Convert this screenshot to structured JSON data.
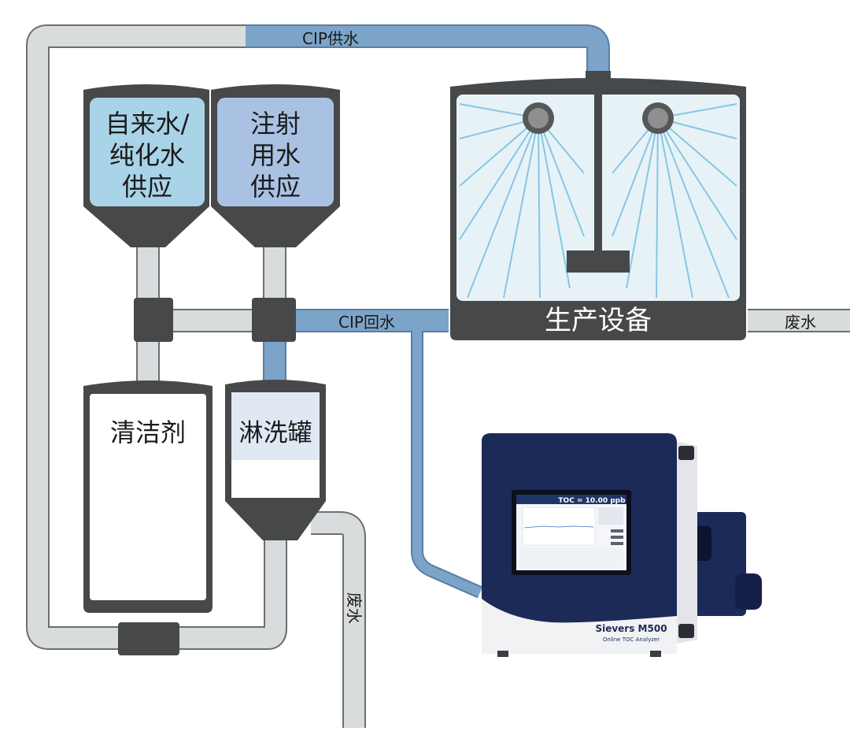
{
  "labels": {
    "cip_supply": "CIP供水",
    "cip_return": "CIP回水",
    "waste_right": "废水",
    "waste_vertical": "废水",
    "tank_tap_water": [
      "自来水/",
      "纯化水",
      "供应"
    ],
    "tank_injection_water": [
      "注射",
      "用水",
      "供应"
    ],
    "equipment": "生产设备",
    "detergent": "清洁剂",
    "rinse_tank": "淋洗罐"
  },
  "analyzer": {
    "brand_model": "Sievers M500",
    "subtitle": "Online TOC Analyzer",
    "screen_reading": "TOC = 10.00 ppb"
  },
  "colors": {
    "pipe_grey": "#d9dcdd",
    "pipe_blue": "#7ca4c8",
    "dark_grey": "#46484a",
    "tank_light_blue": "#a9d3e7",
    "tank_blue": "#a9c2e4",
    "analyzer_navy": "#1c2a58"
  }
}
